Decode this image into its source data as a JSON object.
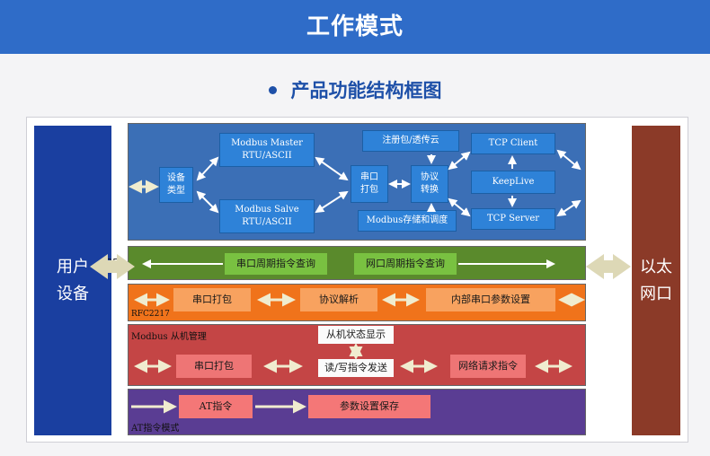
{
  "header": {
    "title": "工作模式"
  },
  "subtitle": "产品功能结构框图",
  "sides": {
    "left": [
      "用户",
      "设备"
    ],
    "right": [
      "以太",
      "网口"
    ]
  },
  "serial_tag": "串口",
  "top_panel": {
    "device_type": [
      "设备",
      "类型"
    ],
    "modbus_master": [
      "Modbus Master",
      "RTU/ASCII"
    ],
    "modbus_salve": [
      "Modbus Salve",
      "RTU/ASCII"
    ],
    "serial_pack": [
      "串口",
      "打包"
    ],
    "protocol_convert": [
      "协议",
      "转换"
    ],
    "register_cloud": "注册包/透传云",
    "modbus_store": "Modbus存储和调度",
    "tcp_client": "TCP Client",
    "keeplive": "KeepLive",
    "tcp_server": "TCP Server"
  },
  "serial_panel": {
    "serial_query": "串口周期指令查询",
    "network_query": "网口周期指令查询"
  },
  "rfc_panel": {
    "label": "RFC2217",
    "serial_pack": "串口打包",
    "protocol_parse": "协议解析",
    "internal_params": "内部串口参数设置"
  },
  "modbus_panel": {
    "label": "Modbus 从机管理",
    "status_display": "从机状态显示",
    "serial_pack": "串口打包",
    "read_write": "读/写指令发送",
    "network_request": "网络请求指令"
  },
  "at_panel": {
    "label": "AT指令模式",
    "at_cmd": "AT指令",
    "param_save": "参数设置保存"
  }
}
